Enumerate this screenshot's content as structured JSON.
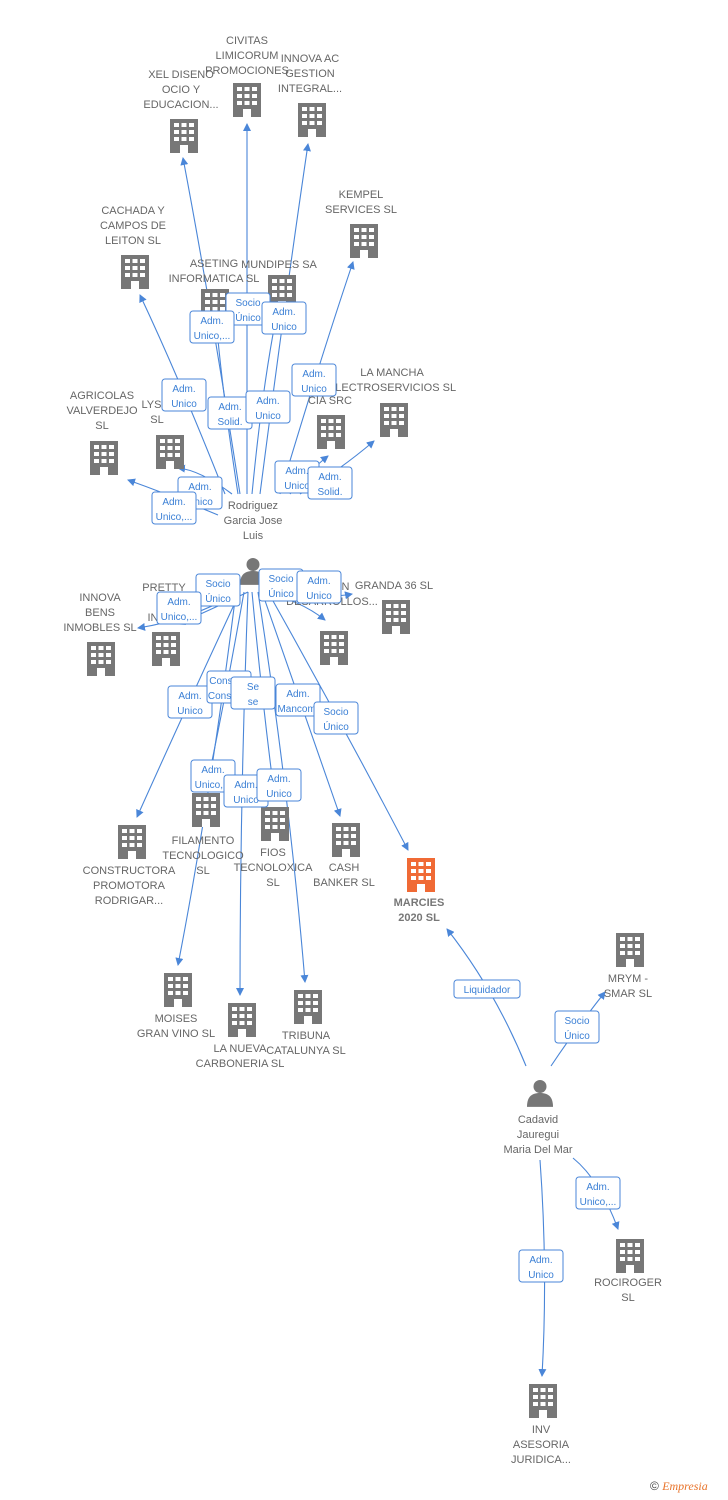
{
  "colors": {
    "edge": "#4a86d8",
    "company": "#777777",
    "highlight": "#f06a35",
    "person": "#777777",
    "label_box_border": "#4a86d8"
  },
  "companies": [
    {
      "id": "civitas",
      "lines": [
        "CIVITAS",
        "LIMICORUM",
        "PROMOCIONES"
      ]
    },
    {
      "id": "xel",
      "lines": [
        "XEL DISENO",
        "OCIO Y",
        "EDUCACION..."
      ]
    },
    {
      "id": "innovaac",
      "lines": [
        "INNOVA AC",
        "GESTION",
        "INTEGRAL..."
      ]
    },
    {
      "id": "kempel",
      "lines": [
        "KEMPEL",
        "SERVICES SL"
      ]
    },
    {
      "id": "cachada",
      "lines": [
        "CACHADA Y",
        "CAMPOS DE",
        "LEITON  SL"
      ]
    },
    {
      "id": "aseting",
      "lines": [
        "ASETING",
        "INFORMATICA SL"
      ]
    },
    {
      "id": "mundipes",
      "lines": [
        "MUNDIPES SA"
      ]
    },
    {
      "id": "agricolas",
      "lines": [
        "AGRICOLAS",
        "VALVERDEJO",
        "SL"
      ]
    },
    {
      "id": "lys",
      "lines": [
        "LYS H",
        "SL"
      ]
    },
    {
      "id": "cia",
      "lines": [
        "D",
        "Y",
        "CIA SRC"
      ]
    },
    {
      "id": "lamancha",
      "lines": [
        "LA MANCHA",
        "ELECTROSERVICIOS SL"
      ]
    },
    {
      "id": "innovabens",
      "lines": [
        "INNOVA",
        "BENS",
        "INMOBLES  SL"
      ]
    },
    {
      "id": "pretty",
      "lines": [
        "PRETTY",
        "H",
        "INVES"
      ]
    },
    {
      "id": "desarrollos",
      "lines": [
        "ACION",
        "DESARROLLOS..."
      ]
    },
    {
      "id": "granda",
      "lines": [
        "GRANDA 36  SL"
      ]
    },
    {
      "id": "constructora",
      "lines": [
        "CONSTRUCTORA",
        "PROMOTORA",
        "RODRIGAR..."
      ]
    },
    {
      "id": "filamento",
      "lines": [
        "FILAMENTO",
        "TECNOLOGICO",
        "SL"
      ]
    },
    {
      "id": "fios",
      "lines": [
        "FIOS",
        "TECNOLOXICA",
        "SL"
      ]
    },
    {
      "id": "cash",
      "lines": [
        "CASH",
        "BANKER  SL"
      ]
    },
    {
      "id": "marcies",
      "lines": [
        "MARCIES",
        "2020  SL"
      ]
    },
    {
      "id": "moises",
      "lines": [
        "MOISES",
        "GRAN VINO  SL"
      ]
    },
    {
      "id": "lanueva",
      "lines": [
        "LA NUEVA",
        "CARBONERIA SL"
      ]
    },
    {
      "id": "tribuna",
      "lines": [
        "TRIBUNA",
        "CATALUNYA  SL"
      ]
    },
    {
      "id": "mrym",
      "lines": [
        "MRYM -",
        "SMAR SL"
      ]
    },
    {
      "id": "rociroger",
      "lines": [
        "ROCIROGER",
        "SL"
      ]
    },
    {
      "id": "inv",
      "lines": [
        "INV",
        "ASESORIA",
        "JURIDICA..."
      ]
    }
  ],
  "persons": [
    {
      "id": "rodriguez",
      "lines": [
        "Rodriguez",
        "Garcia Jose",
        "Luis"
      ]
    },
    {
      "id": "cadavid",
      "lines": [
        "Cadavid",
        "Jauregui",
        "Maria Del Mar"
      ]
    }
  ],
  "relations": [
    {
      "id": "r_soc1",
      "lines": [
        "Socio",
        "Único"
      ]
    },
    {
      "id": "r_adm1",
      "lines": [
        "Adm.",
        "Unico,..."
      ]
    },
    {
      "id": "r_adm2",
      "lines": [
        "Adm.",
        "Unico"
      ]
    },
    {
      "id": "r_adm3",
      "lines": [
        "Adm.",
        "Unico"
      ]
    },
    {
      "id": "r_solid1",
      "lines": [
        "Adm.",
        "Solid."
      ]
    },
    {
      "id": "r_adm4",
      "lines": [
        "Adm.",
        "Unico"
      ]
    },
    {
      "id": "r_adm5",
      "lines": [
        "Adm.",
        "Unico"
      ]
    },
    {
      "id": "r_adm6",
      "lines": [
        "Adm.",
        "Unico"
      ]
    },
    {
      "id": "r_solid2",
      "lines": [
        "Adm.",
        "Solid."
      ]
    },
    {
      "id": "r_adm7",
      "lines": [
        "Adm.",
        "Unico"
      ]
    },
    {
      "id": "r_adm8",
      "lines": [
        "Adm.",
        "Unico,..."
      ]
    },
    {
      "id": "r_soc2",
      "lines": [
        "Socio",
        "Único"
      ]
    },
    {
      "id": "r_adm9",
      "lines": [
        "Adm.",
        "Unico,..."
      ]
    },
    {
      "id": "r_soc3",
      "lines": [
        "Socio",
        "Único"
      ]
    },
    {
      "id": "r_adm10",
      "lines": [
        "Adm.",
        "Unico"
      ]
    },
    {
      "id": "r_adm11",
      "lines": [
        "Adm.",
        "Unico"
      ]
    },
    {
      "id": "r_consej",
      "lines": [
        "Consej. ,",
        "Consej...."
      ]
    },
    {
      "id": "r_se",
      "lines": [
        "Se",
        "se"
      ]
    },
    {
      "id": "r_manc",
      "lines": [
        "Adm.",
        "Mancom."
      ]
    },
    {
      "id": "r_soc4",
      "lines": [
        "Socio",
        "Único"
      ]
    },
    {
      "id": "r_adm12",
      "lines": [
        "Adm.",
        "Unico,..."
      ]
    },
    {
      "id": "r_adm13",
      "lines": [
        "Adm.",
        "Unico"
      ]
    },
    {
      "id": "r_adm14",
      "lines": [
        "Adm.",
        "Unico"
      ]
    },
    {
      "id": "r_liq",
      "lines": [
        "Liquidador"
      ]
    },
    {
      "id": "r_soc5",
      "lines": [
        "Socio",
        "Único"
      ]
    },
    {
      "id": "r_adm15",
      "lines": [
        "Adm.",
        "Unico,..."
      ]
    },
    {
      "id": "r_adm16",
      "lines": [
        "Adm.",
        "Unico"
      ]
    }
  ],
  "credit": {
    "symbol": "©",
    "brand": "Empresia"
  }
}
